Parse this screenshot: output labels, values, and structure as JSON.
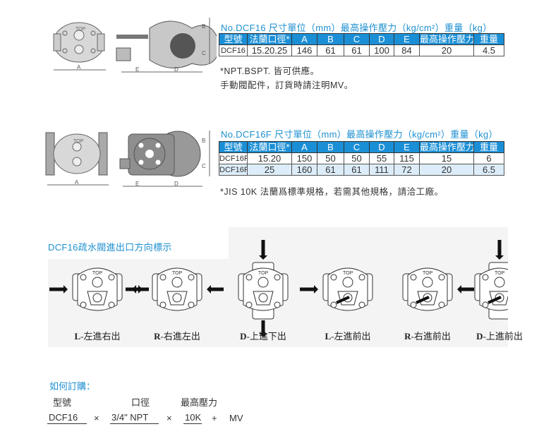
{
  "dcf16": {
    "title": "No.DCF16  尺寸單位（mm）最高操作壓力（kg/cm²）重量（kg）",
    "headers": [
      "型號",
      "法蘭口徑*",
      "A",
      "B",
      "C",
      "D",
      "E",
      "最高操作壓力",
      "重量"
    ],
    "rows": [
      [
        "DCF16",
        "15.20.25",
        "146",
        "61",
        "61",
        "100",
        "84",
        "20",
        "4.5"
      ]
    ],
    "notes": [
      "*NPT.BSPT. 皆可供應。",
      "手動閥配件，訂貨時請注明MV。"
    ]
  },
  "dcf16f": {
    "title": "No.DCF16F  尺寸單位（mm）最高操作壓力（kg/cm²）重量（kg）",
    "headers": [
      "型號",
      "法蘭口徑*",
      "A",
      "B",
      "C",
      "D",
      "E",
      "最高操作壓力",
      "重量"
    ],
    "rows": [
      [
        "DCF16F",
        "15.20",
        "150",
        "50",
        "50",
        "55",
        "115",
        "15",
        "6"
      ],
      [
        "DCF16F",
        "25",
        "160",
        "61",
        "61",
        "111",
        "72",
        "20",
        "6.5"
      ]
    ],
    "notes": [
      "*JIS 10K 法蘭爲標準規格，若需其他規格，請洽工廠。"
    ]
  },
  "drawings": {
    "top": "TOP",
    "dims": [
      "A",
      "B",
      "C",
      "D",
      "E"
    ]
  },
  "direction": {
    "title": "DCF16疏水閥進出口方向標示",
    "items": [
      {
        "code": "L",
        "label": "-左進右出"
      },
      {
        "code": "R",
        "label": "-右進左出"
      },
      {
        "code": "D",
        "label": "-上進下出"
      },
      {
        "code": "L",
        "label": "-左進前出"
      },
      {
        "code": "R",
        "label": "-右進前出"
      },
      {
        "code": "D",
        "label": "-上進前出"
      }
    ]
  },
  "order": {
    "title": "如何訂購：",
    "labels": [
      "型號",
      "口徑",
      "最高壓力"
    ],
    "values": [
      "DCF16",
      "3/4\" NPT",
      "10K",
      "MV"
    ],
    "ops": [
      "×",
      "×",
      "+"
    ]
  },
  "colors": {
    "accent": "#1e90d0",
    "header": "#1b8fd6",
    "alt_row": "#dcedf9"
  }
}
